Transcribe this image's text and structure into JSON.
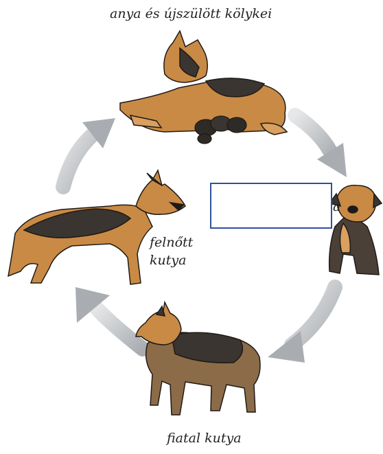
{
  "labels": {
    "mother": "anya és újszülött kölykei",
    "puppy_partial": "a",
    "adult_line1": "felnőtt",
    "adult_line2": "kutya",
    "young": "fiatal kutya"
  },
  "answer_box": {
    "value": ""
  },
  "colors": {
    "arrow": "#b4b7ba",
    "box_border": "#2f4f9e",
    "fur_tan": "#c98a45",
    "fur_dark": "#3a3530"
  },
  "icons": [
    "mother-dog-icon",
    "puppies-icon",
    "puppy-icon",
    "adult-dog-icon",
    "young-dog-icon",
    "cycle-arrow-icon"
  ]
}
